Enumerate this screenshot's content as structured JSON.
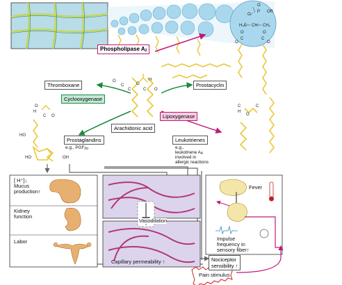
{
  "enzymes": {
    "phospholipase": "Phospholipase A",
    "phospholipase_sub": "2",
    "cyclooxygenase": "Cyclooxygenase",
    "lipoxygenase": "Lipoxygenase"
  },
  "molecules": {
    "phospholipid_head": [
      "O",
      "P",
      "OR",
      "O",
      "H₂C",
      "CH",
      "CH₂",
      "O",
      "O",
      "C",
      "O",
      "C",
      "O"
    ],
    "arachidonic_acid": "Arachidonic acid",
    "thromboxane": "Thromboxane",
    "prostacyclin": "Prostacyclin",
    "prostaglandins": "Prostaglandins",
    "prostaglandins_eg": "e.g., PGF",
    "prostaglandins_eg_sub": "2α",
    "leukotrienes": "Leukotrienes",
    "leukotrienes_eg_1": "e.g.,",
    "leukotrienes_eg_2": "leukotriene A",
    "leukotrienes_eg_2_sub": "4",
    "leukotrienes_eg_3": "involved in",
    "leukotrienes_eg_4": "allergic reactions"
  },
  "structure_atoms": [
    "O",
    "H",
    "C",
    "O",
    "C",
    "HO",
    "HO",
    "OH",
    "O",
    "H",
    "C",
    "O",
    "C",
    "O",
    "H",
    "C",
    "O",
    "C"
  ],
  "effects": {
    "stomach_1": "[ H⁺]↓",
    "stomach_2": "Mucus",
    "stomach_3": "production↑",
    "kidney_1": "Kidney",
    "kidney_2": "function",
    "labor": "Labor",
    "vasodilation": "Vasodilation",
    "capillary": "Capillary  permeability ↑",
    "fever": "Fever",
    "impulse_1": "Impulse",
    "impulse_2": "frequency in",
    "impulse_3": "sensory fiber↑",
    "nociceptor_1": "Nociceptor",
    "nociceptor_2": "sensibility ↑",
    "pain": "Pain stimulus"
  },
  "colors": {
    "membrane_fill": "#b8dce8",
    "cell_border": "#c8d64a",
    "zoom_circle": "#a9d8ee",
    "tail_yellow": "#e8c838",
    "arrow_green": "#1a8a3a",
    "arrow_magenta": "#c0187a",
    "cyclo_fill": "#c4ead6",
    "lipo_fill": "#f6cde0",
    "vessel_panel": "#dcd4ec",
    "vessel_wall": "#b03878",
    "organ_orange": "#e8b070",
    "pain_red": "#d02020"
  }
}
